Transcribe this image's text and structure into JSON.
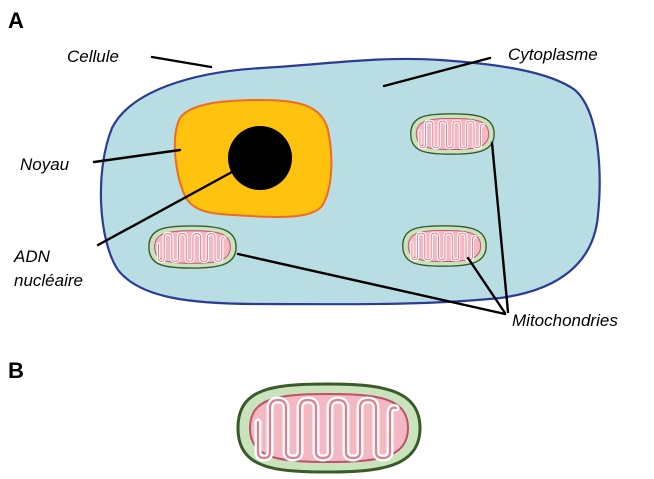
{
  "panels": {
    "a": "A",
    "b": "B"
  },
  "labels": {
    "cellule": "Cellule",
    "cytoplasme": "Cytoplasme",
    "noyau": "Noyau",
    "adn_line1": "ADN",
    "adn_line2": "nucléaire",
    "mitochondries": "Mitochondries"
  },
  "colors": {
    "cytoplasm_fill": "#b8dde2",
    "cell_outline": "#2b3b96",
    "nucleus_fill": "#ffc20e",
    "nucleus_outline": "#f26a21",
    "dna_fill": "#000000",
    "mito_outer": "#c9e3bd",
    "mito_outline": "#3a5a2a",
    "mito_matrix": "#f4b8c2",
    "mito_crista": "#e27d8f"
  }
}
